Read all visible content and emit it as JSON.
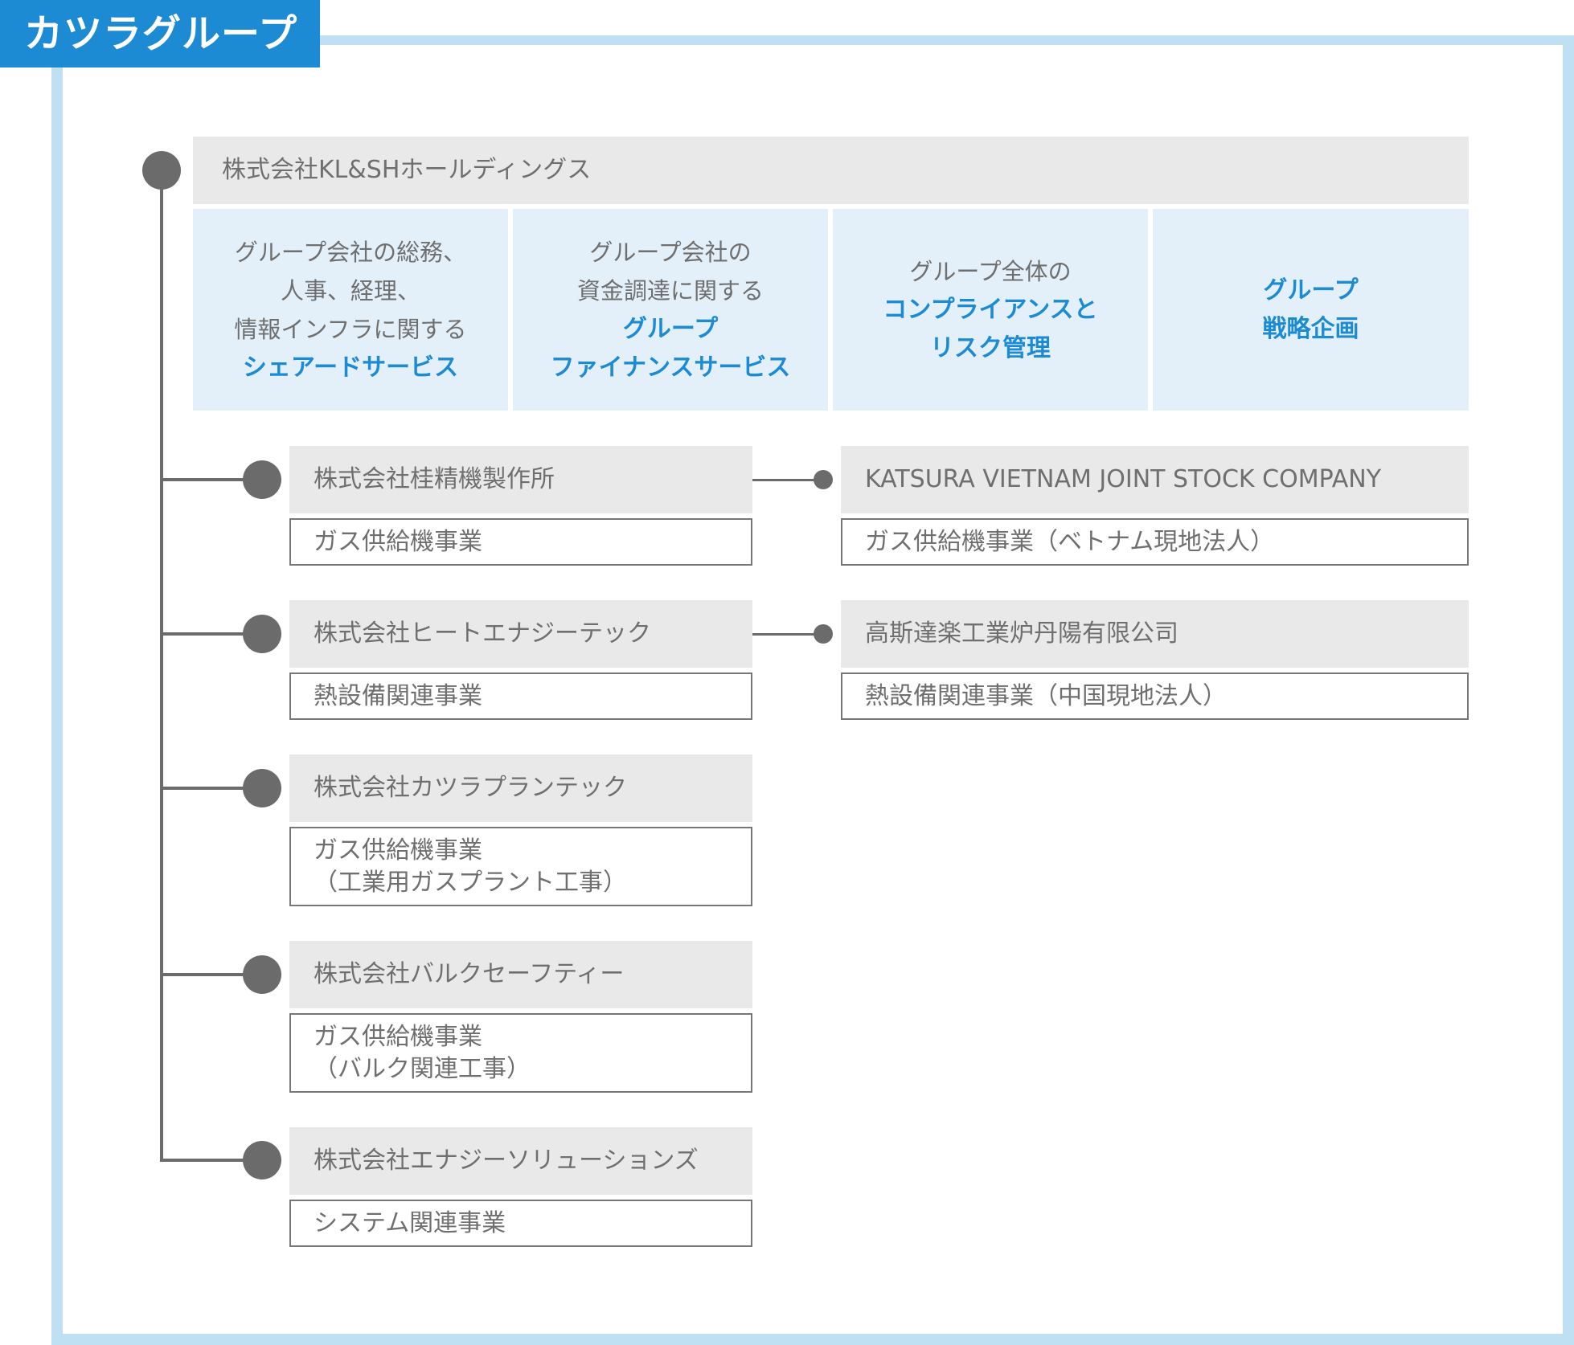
{
  "title": "カツラグループ",
  "holding": {
    "name": "株式会社KL&SHホールディングス",
    "functions": [
      {
        "lines": [
          "グループ会社の総務、",
          "人事、経理、",
          "情報インフラに関する"
        ],
        "strong": [
          "シェアードサービス"
        ]
      },
      {
        "lines": [
          "グループ会社の",
          "資金調達に関する"
        ],
        "strong": [
          "グループ",
          "ファイナンスサービス"
        ]
      },
      {
        "lines": [
          "グループ全体の"
        ],
        "strong": [
          "コンプライアンスと",
          "リスク管理"
        ]
      },
      {
        "lines": [],
        "strong": [
          "グループ",
          "戦略企画"
        ]
      }
    ]
  },
  "companies": [
    {
      "name": "株式会社桂精機製作所",
      "business": [
        "ガス供給機事業"
      ],
      "overseas": {
        "name": "KATSURA VIETNAM JOINT STOCK COMPANY",
        "business": "ガス供給機事業（ベトナム現地法人）"
      }
    },
    {
      "name": "株式会社ヒートエナジーテック",
      "business": [
        "熱設備関連事業"
      ],
      "overseas": {
        "name": "高斯達楽工業炉丹陽有限公司",
        "business": "熱設備関連事業（中国現地法人）"
      }
    },
    {
      "name": "株式会社カツラプランテック",
      "business": [
        "ガス供給機事業",
        "（工業用ガスプラント工事）"
      ]
    },
    {
      "name": "株式会社バルクセーフティー",
      "business": [
        "ガス供給機事業",
        "（バルク関連工事）"
      ]
    },
    {
      "name": "株式会社エナジーソリューションズ",
      "business": [
        "システム関連事業"
      ]
    }
  ],
  "colors": {
    "accent": "#1d8ad4",
    "frame": "#bfdff3",
    "function_bg": "#e3f0fa",
    "company_bg": "#e9e9e9",
    "connector": "#6b6b6b"
  }
}
